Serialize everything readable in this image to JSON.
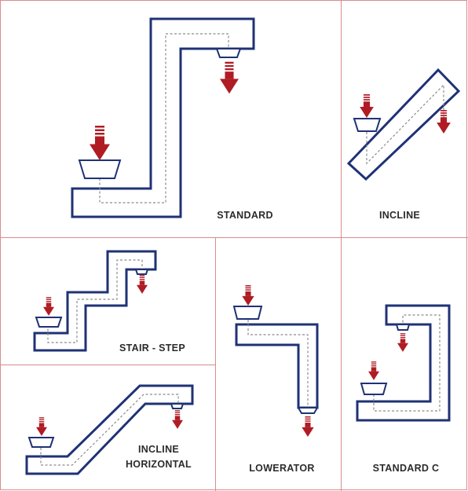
{
  "colors": {
    "outline": "#1f3275",
    "arrow": "#b01c24",
    "path": "#8c8c8c",
    "border": "#d78c8c",
    "label": "#2b2b2b"
  },
  "panels": [
    {
      "id": "standard",
      "label": "STANDARD"
    },
    {
      "id": "incline",
      "label": "INCLINE"
    },
    {
      "id": "stair-step",
      "label": "STAIR - STEP"
    },
    {
      "id": "incline-horizontal",
      "label_line1": "INCLINE",
      "label_line2": "HORIZONTAL"
    },
    {
      "id": "lowerator",
      "label": "LOWERATOR"
    },
    {
      "id": "standard-c",
      "label": "STANDARD C"
    }
  ]
}
